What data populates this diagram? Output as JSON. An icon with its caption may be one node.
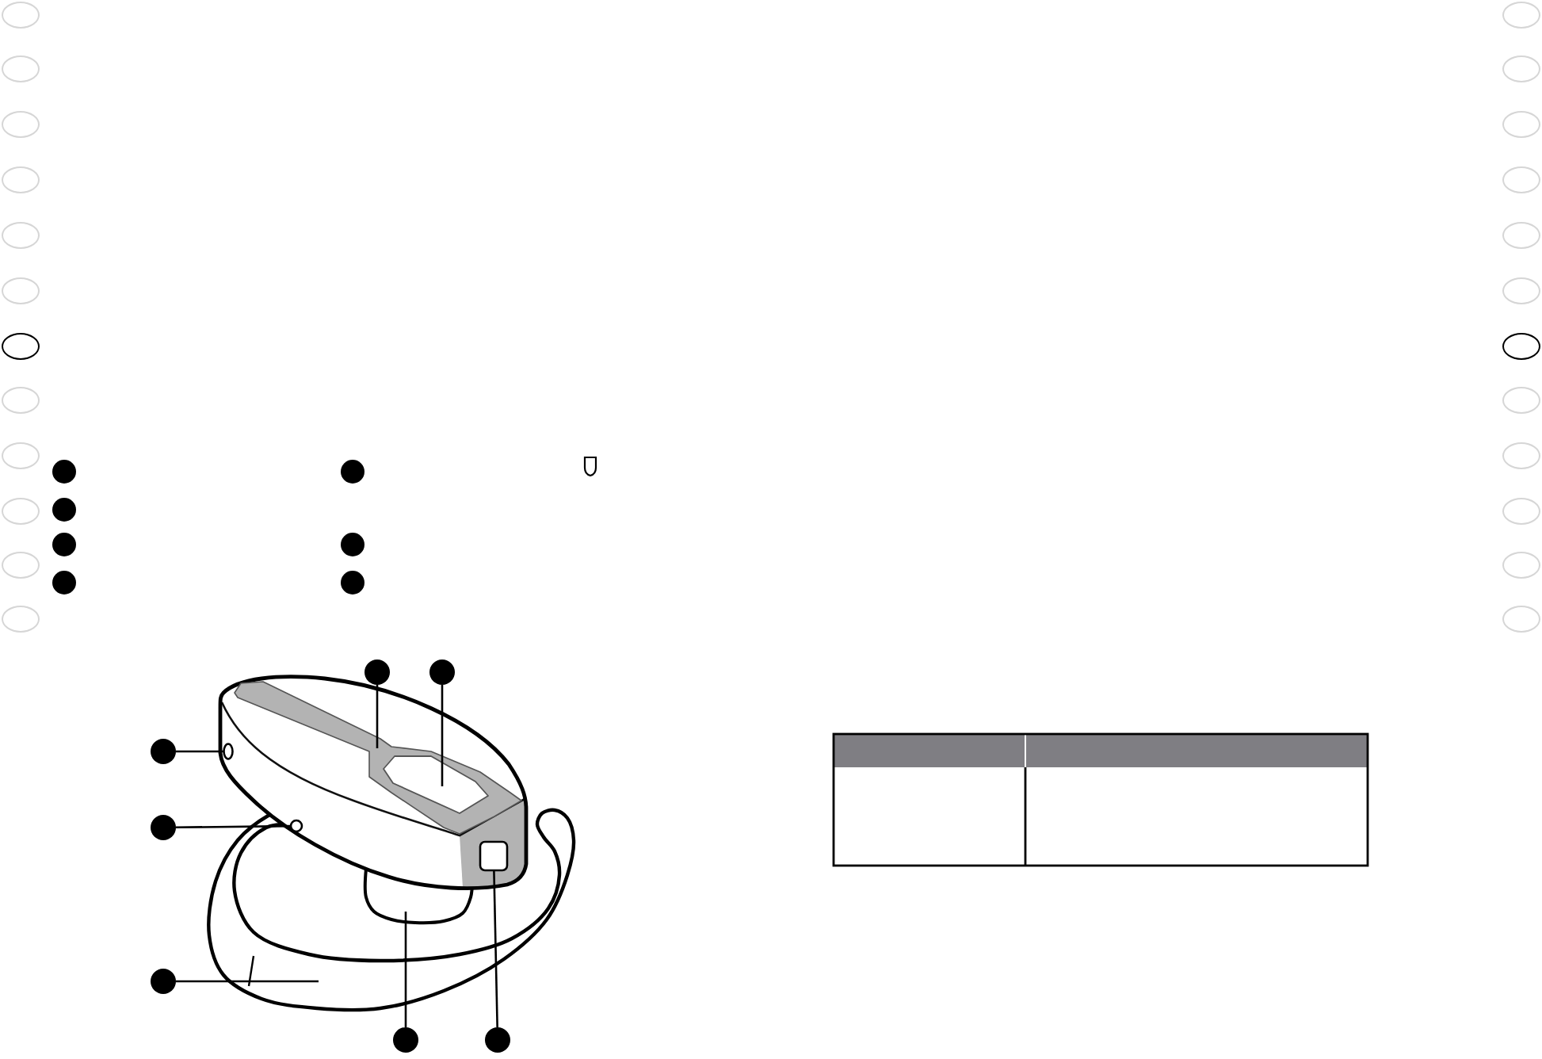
{
  "diagram": {
    "nodes": [
      {
        "text": [],
        "shape": "oval"
      },
      {
        "text": [],
        "shape": "oval"
      },
      {
        "text": [],
        "shape": "oval"
      },
      {
        "text": [],
        "shape": "oval"
      },
      {
        "text": [],
        "shape": "oval"
      },
      {
        "text": [],
        "shape": "oval"
      },
      {
        "text": [],
        "shape": "oval"
      },
      {
        "text": [],
        "shape": "oval"
      },
      {
        "text": [],
        "shape": "oval"
      },
      {
        "text": [],
        "shape": "oval"
      },
      {
        "text": [],
        "shape": "oval"
      },
      {
        "text": [],
        "shape": "oval"
      },
      {
        "text": [],
        "shape": "circle"
      },
      {
        "text": [],
        "shape": "circle"
      },
      {
        "text": [],
        "shape": "circle"
      },
      {
        "text": [],
        "shape": "circle"
      },
      {
        "text": [],
        "shape": "circle"
      },
      {
        "text": [],
        "shape": "circle"
      },
      {
        "text": [],
        "shape": "circle"
      },
      {
        "text": [],
        "shape": "circle"
      },
      {
        "text": [],
        "shape": "circle"
      },
      {
        "text": [],
        "shape": "circle"
      },
      {
        "text": [],
        "shape": "circle"
      },
      {
        "text": [],
        "shape": "circle"
      },
      {
        "text": [],
        "shape": "circle"
      },
      {
        "text": [],
        "shape": "circle"
      },
      {
        "text": [],
        "shape": "picture"
      },
      {
        "text": [],
        "shape": "picture",
        "in": 26
      },
      {
        "text": [],
        "shape": "oval"
      },
      {
        "text": [],
        "shape": "circle"
      },
      {
        "text": [],
        "shape": "picture"
      },
      {
        "text": [],
        "shape": "picture"
      },
      {
        "text": [],
        "shape": "box"
      },
      {
        "text": [],
        "shape": "oval"
      },
      {
        "text": [],
        "shape": "oval"
      },
      {
        "text": [],
        "shape": "oval"
      },
      {
        "text": [],
        "shape": "oval"
      },
      {
        "text": [],
        "shape": "oval"
      },
      {
        "text": [],
        "shape": "oval"
      },
      {
        "text": [],
        "shape": "oval"
      },
      {
        "text": [],
        "shape": "oval"
      },
      {
        "text": [],
        "shape": "oval"
      },
      {
        "text": [],
        "shape": "oval"
      },
      {
        "text": [],
        "shape": "oval"
      },
      {
        "text": [],
        "shape": "oval"
      }
    ],
    "edges": [
      {
        "from": 19,
        "to": 26,
        "arrow": "none"
      },
      {
        "from": 20,
        "to": 27,
        "arrow": "none"
      },
      {
        "from": 21,
        "to": 28,
        "arrow": "none"
      },
      {
        "from": 22,
        "to": 29,
        "arrow": "none"
      },
      {
        "from": 23,
        "to": 30,
        "arrow": "none"
      },
      {
        "from": 24,
        "to": 31,
        "arrow": "none"
      },
      {
        "from": 25,
        "to": 32,
        "arrow": "none"
      }
    ]
  }
}
